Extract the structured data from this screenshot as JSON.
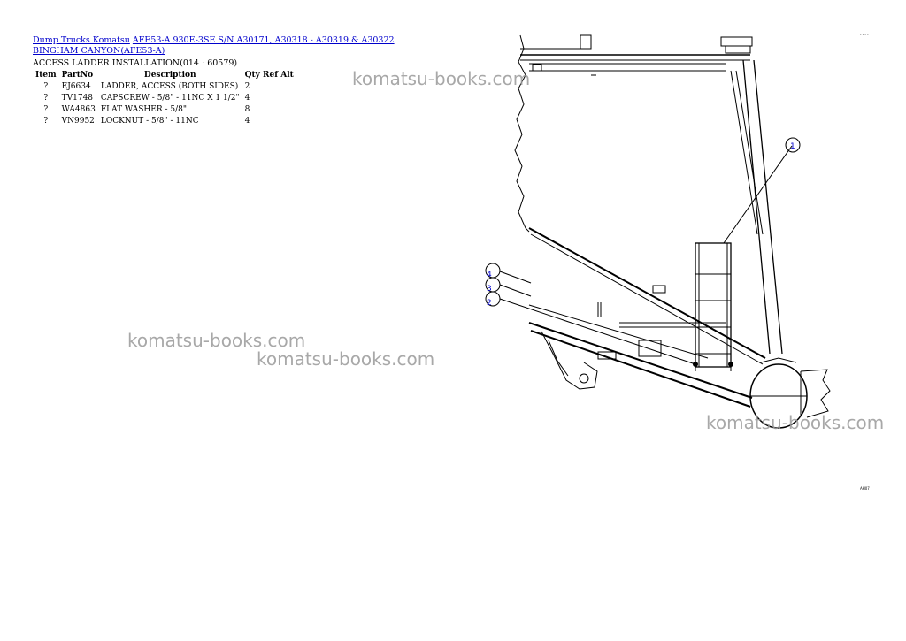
{
  "breadcrumb": {
    "root_link": "Dump Trucks Komatsu",
    "model_link": "AFE53-A 930E-3SE S/N A30171, A30318 - A30319 & A30322 BINGHAM CANYON(AFE53-A)"
  },
  "subtitle": "ACCESS LADDER INSTALLATION(014 : 60579)",
  "table": {
    "headers": [
      "Item",
      "PartNo",
      "Description",
      "Qty",
      "Ref",
      "Alt"
    ],
    "rows": [
      {
        "item": "?",
        "partno": "EJ6634",
        "description": "LADDER, ACCESS (BOTH SIDES)",
        "qty": "2"
      },
      {
        "item": "?",
        "partno": "TV1748",
        "description": "CAPSCREW - 5/8\" - 11NC X 1 1/2\"",
        "qty": "4"
      },
      {
        "item": "?",
        "partno": "WA4863",
        "description": "FLAT WASHER - 5/8\"",
        "qty": "8"
      },
      {
        "item": "?",
        "partno": "VN9952",
        "description": "LOCKNUT - 5/8\" - 11NC",
        "qty": "4"
      }
    ]
  },
  "watermarks": [
    "komatsu-books.com",
    "komatsu-books.com",
    "komatsu-books.com",
    "komatsu-books.com"
  ],
  "callouts": [
    "1",
    "4",
    "3",
    "2"
  ],
  "corner_marks": [
    "- - - -",
    "AH07"
  ]
}
